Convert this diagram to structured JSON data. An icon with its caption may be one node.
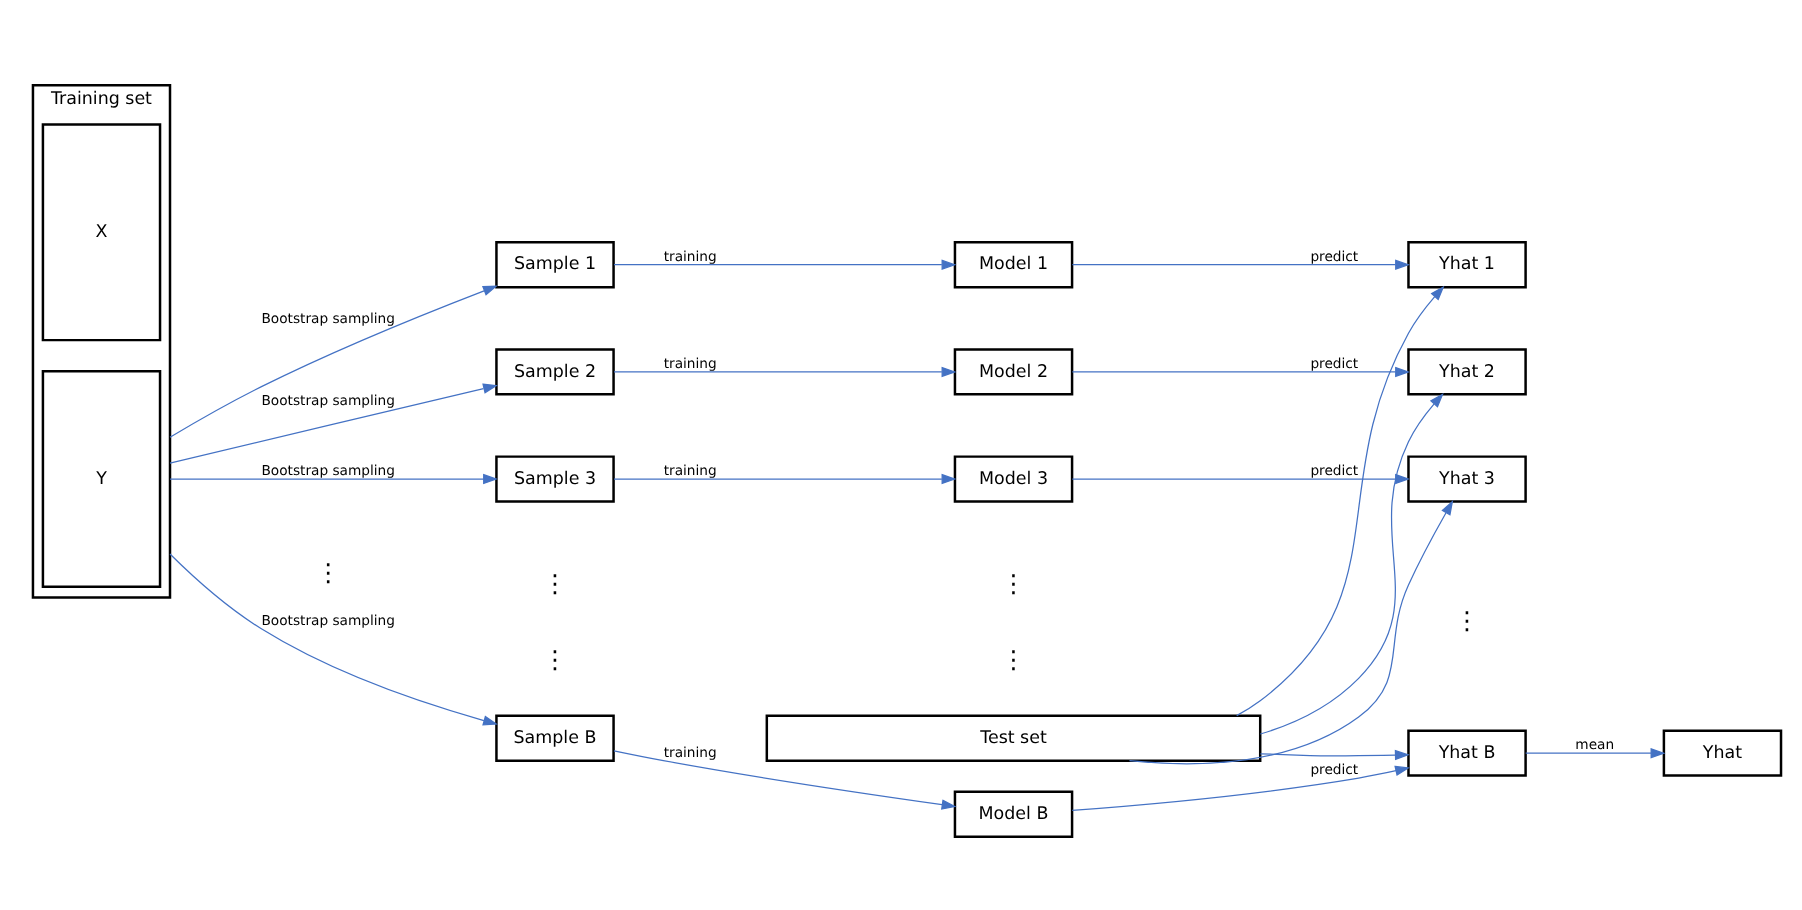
{
  "diagram": {
    "nodes": [
      {
        "text": [
          "Training set"
        ]
      },
      {
        "text": [
          "X"
        ],
        "in": 0
      },
      {
        "text": [
          "Y"
        ],
        "in": 0
      },
      {
        "text": [
          "Sample 1"
        ]
      },
      {
        "text": [
          "Sample 2"
        ]
      },
      {
        "text": [
          "Sample 3"
        ]
      },
      {
        "text": [
          "Sample B"
        ]
      },
      {
        "text": [
          "Model 1"
        ]
      },
      {
        "text": [
          "Model 2"
        ]
      },
      {
        "text": [
          "Model 3"
        ]
      },
      {
        "text": [
          "Model B"
        ]
      },
      {
        "text": [
          "Yhat 1"
        ]
      },
      {
        "text": [
          "Yhat 2"
        ]
      },
      {
        "text": [
          "Yhat 3"
        ]
      },
      {
        "text": [
          "Yhat B"
        ]
      },
      {
        "text": [
          "Test set"
        ]
      },
      {
        "text": [
          "Yhat"
        ]
      }
    ],
    "edges": [
      {
        "from": 0,
        "to": 3,
        "arrow": "to",
        "label": "Bootstrap sampling"
      },
      {
        "from": 0,
        "to": 4,
        "arrow": "to",
        "label": "Bootstrap sampling"
      },
      {
        "from": 0,
        "to": 5,
        "arrow": "to",
        "label": "Bootstrap sampling"
      },
      {
        "from": 0,
        "to": 6,
        "arrow": "to",
        "label": "Bootstrap sampling"
      },
      {
        "from": 3,
        "to": 7,
        "arrow": "to",
        "label": "training"
      },
      {
        "from": 4,
        "to": 8,
        "arrow": "to",
        "label": "training"
      },
      {
        "from": 5,
        "to": 9,
        "arrow": "to",
        "label": "training"
      },
      {
        "from": 6,
        "to": 10,
        "arrow": "to",
        "label": "training"
      },
      {
        "from": 7,
        "to": 11,
        "arrow": "to",
        "label": "predict"
      },
      {
        "from": 8,
        "to": 12,
        "arrow": "to",
        "label": "predict"
      },
      {
        "from": 9,
        "to": 13,
        "arrow": "to",
        "label": "predict"
      },
      {
        "from": 10,
        "to": 14,
        "arrow": "to",
        "label": "predict"
      },
      {
        "from": 15,
        "to": 11,
        "arrow": "to"
      },
      {
        "from": 15,
        "to": 12,
        "arrow": "to"
      },
      {
        "from": 15,
        "to": 13,
        "arrow": "to"
      },
      {
        "from": 15,
        "to": 14,
        "arrow": "to"
      },
      {
        "from": 14,
        "to": 16,
        "arrow": "to",
        "label": "mean"
      }
    ],
    "labels": [
      "⋮",
      "⋮",
      "⋮",
      "⋮",
      "⋮",
      "⋮"
    ]
  }
}
